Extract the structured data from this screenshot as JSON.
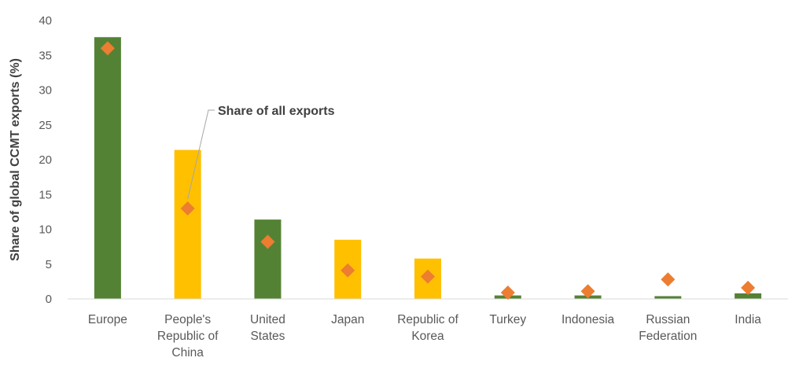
{
  "chart_data": {
    "type": "bar",
    "ylabel": "Share of global CCMT exports (%)",
    "ylim": [
      0,
      40
    ],
    "yticks": [
      0,
      5,
      10,
      15,
      20,
      25,
      30,
      35,
      40
    ],
    "grid": false,
    "categories": [
      [
        "Europe"
      ],
      [
        "People's",
        "Republic of",
        "China"
      ],
      [
        "United",
        "States"
      ],
      [
        "Japan"
      ],
      [
        "Republic of",
        "Korea"
      ],
      [
        "Turkey"
      ],
      [
        "Indonesia"
      ],
      [
        "Russian",
        "Federation"
      ],
      [
        "India"
      ]
    ],
    "series": [
      {
        "name": "",
        "marker": "bar",
        "values": [
          37.6,
          21.4,
          11.4,
          8.5,
          5.8,
          0.5,
          0.5,
          0.4,
          0.8
        ],
        "colors": [
          "#548235",
          "#FFC000",
          "#548235",
          "#FFC000",
          "#FFC000",
          "#548235",
          "#548235",
          "#548235",
          "#548235"
        ]
      },
      {
        "name": "Share of all exports",
        "marker": "diamond",
        "color": "#ED7D31",
        "values": [
          36.0,
          13.0,
          8.2,
          4.1,
          3.2,
          0.9,
          1.1,
          2.8,
          1.6
        ]
      }
    ],
    "annotations": [
      {
        "text": "Share of all exports",
        "target_series": 1,
        "target_index": 1
      }
    ]
  }
}
